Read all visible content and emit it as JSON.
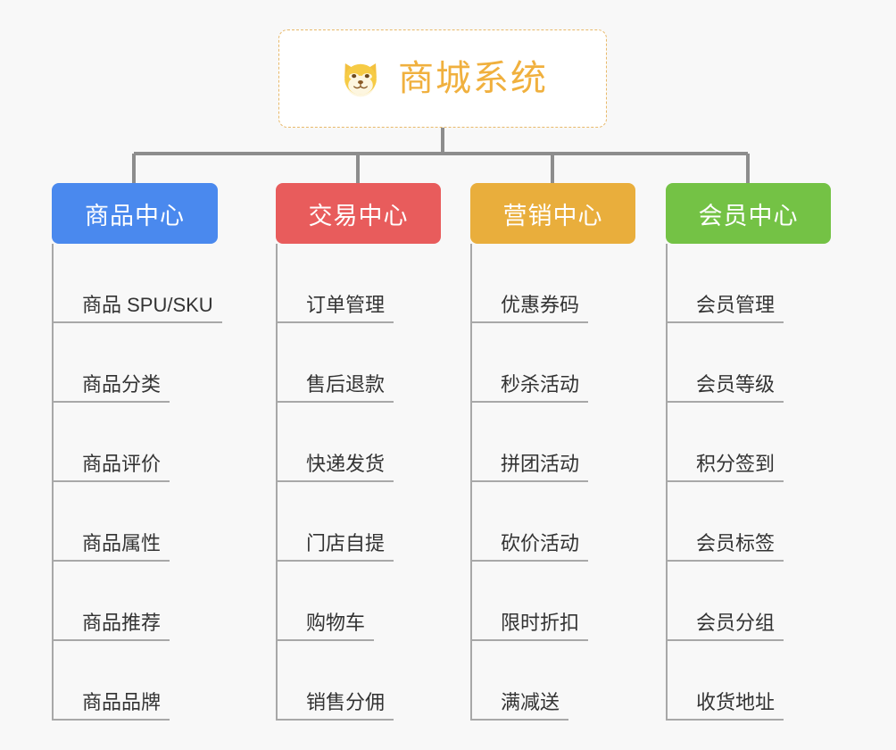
{
  "diagram": {
    "title": "商城系统",
    "type": "org-tree",
    "background_color": "#f8f8f8",
    "root": {
      "label": "商城系统",
      "icon": "dog-face-icon",
      "text_color": "#f0b03e",
      "border_color": "#e8b96a",
      "background_color": "#ffffff"
    },
    "connector_color": "#8d8d8d",
    "branches": [
      {
        "id": "product-center",
        "label": "商品中心",
        "color": "#4a89ee",
        "items": [
          "商品 SPU/SKU",
          "商品分类",
          "商品评价",
          "商品属性",
          "商品推荐",
          "商品品牌"
        ]
      },
      {
        "id": "trade-center",
        "label": "交易中心",
        "color": "#e85c5c",
        "items": [
          "订单管理",
          "售后退款",
          "快递发货",
          "门店自提",
          "购物车",
          "销售分佣"
        ]
      },
      {
        "id": "marketing-center",
        "label": "营销中心",
        "color": "#e9ae3c",
        "items": [
          "优惠券码",
          "秒杀活动",
          "拼团活动",
          "砍价活动",
          "限时折扣",
          "满减送"
        ]
      },
      {
        "id": "member-center",
        "label": "会员中心",
        "color": "#74c245",
        "items": [
          "会员管理",
          "会员等级",
          "积分签到",
          "会员标签",
          "会员分组",
          "收货地址"
        ]
      }
    ]
  }
}
